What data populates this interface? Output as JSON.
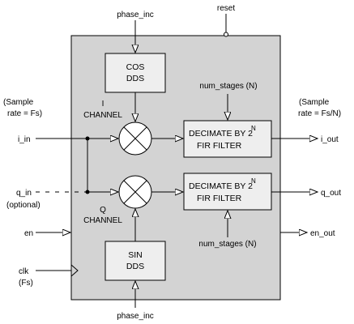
{
  "blocks": {
    "cos_dds": {
      "line1": "COS",
      "line2": "DDS"
    },
    "sin_dds": {
      "line1": "SIN",
      "line2": "DDS"
    },
    "decimator_i": {
      "line1": "DECIMATE BY 2",
      "exponent": "N",
      "line2": "FIR FILTER"
    },
    "decimator_q": {
      "line1": "DECIMATE BY 2",
      "exponent": "N",
      "line2": "FIR FILTER"
    }
  },
  "signals": {
    "phase_inc_top": "phase_inc",
    "phase_inc_bottom": "phase_inc",
    "reset": "reset",
    "num_stages_top": "num_stages (N)",
    "num_stages_bottom": "num_stages (N)",
    "i_in": "i_in",
    "q_in": "q_in",
    "q_in_note": "(optional)",
    "en": "en",
    "clk": "clk",
    "clk_note": "(Fs)",
    "i_out": "i_out",
    "q_out": "q_out",
    "en_out": "en_out"
  },
  "annotations": {
    "input_rate_1": "(Sample",
    "input_rate_2": "rate = Fs)",
    "output_rate_1": "(Sample",
    "output_rate_2": "rate = Fs/N)",
    "i_channel_1": "I",
    "i_channel_2": "CHANNEL",
    "q_channel_1": "Q",
    "q_channel_2": "CHANNEL"
  },
  "colors": {
    "main_block_fill": "#d3d3d3",
    "sub_block_fill": "#eeeeee",
    "line": "#000000"
  }
}
